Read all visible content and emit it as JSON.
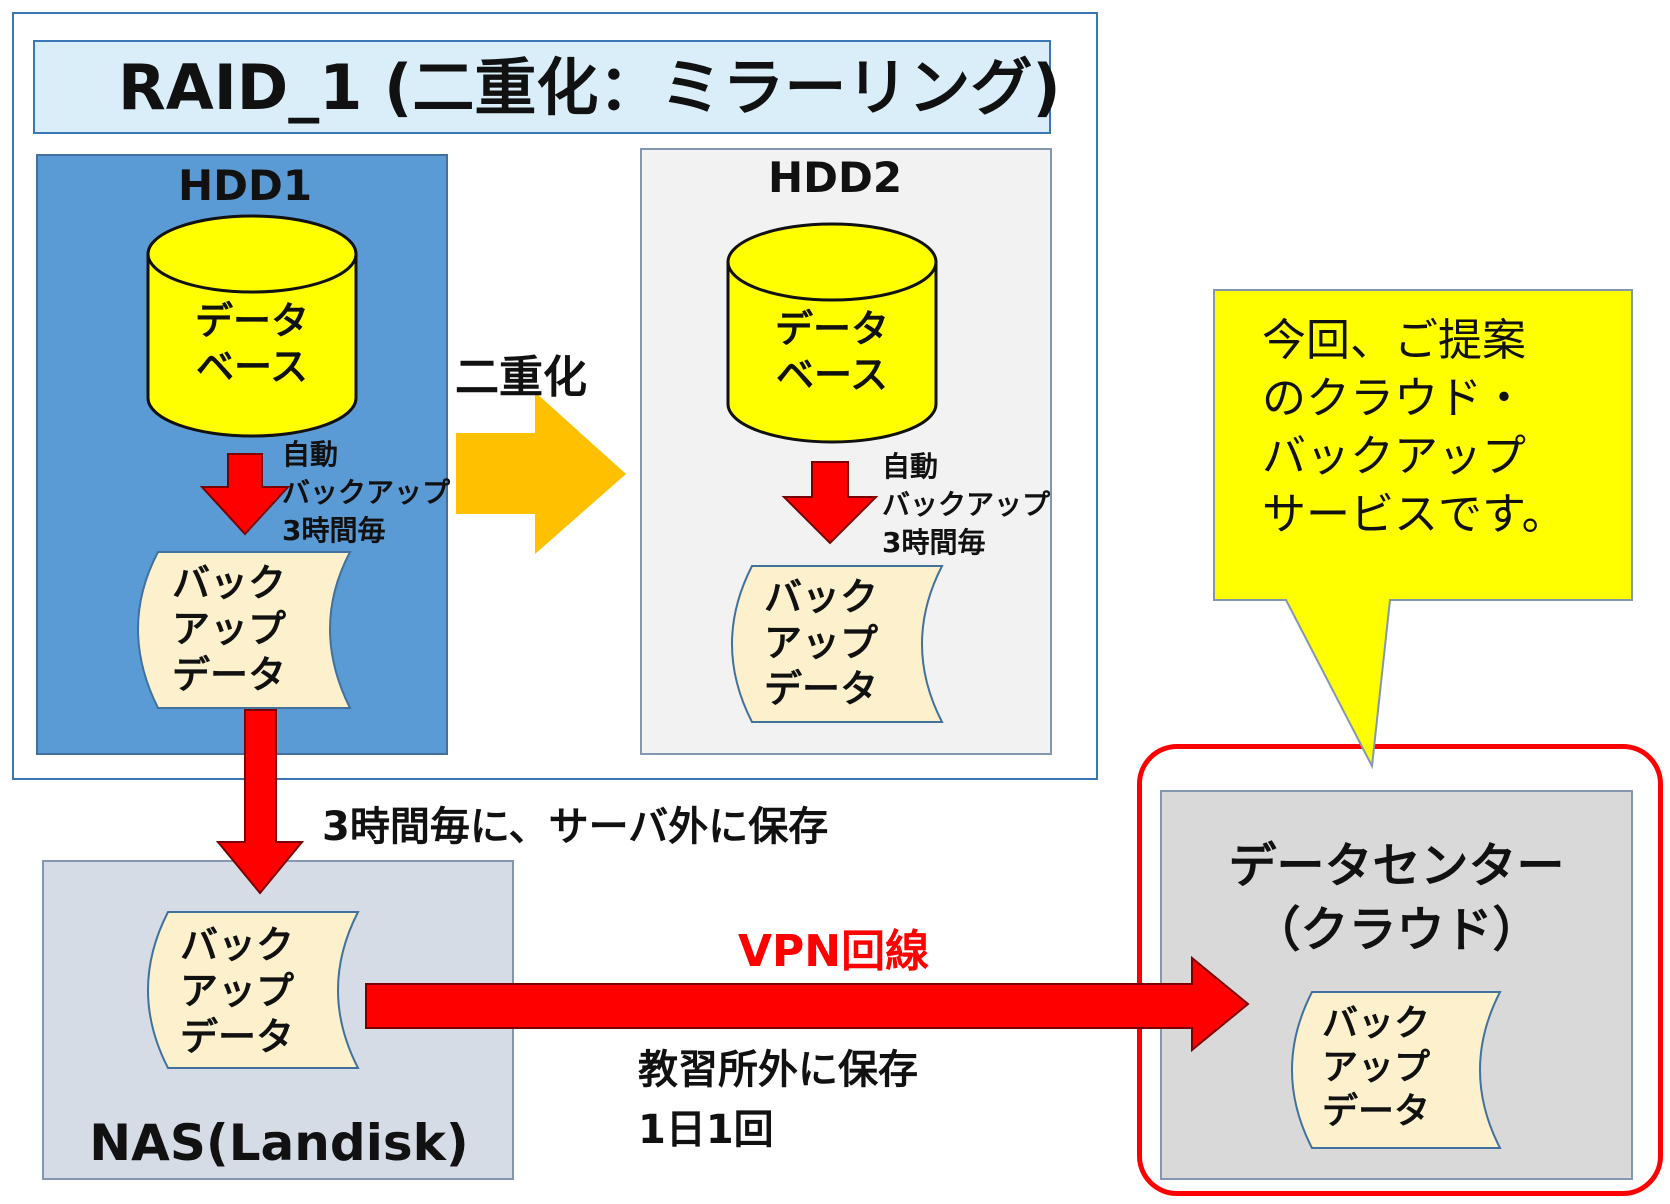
{
  "raid": {
    "title": "RAID_1 (二重化：ミラーリング)",
    "hdd1": {
      "label": "HDD1",
      "database": [
        "データ",
        "ベース"
      ],
      "auto_backup": [
        "自動",
        "バックアップ",
        "3時間毎"
      ],
      "backup_doc": [
        "バック",
        "アップ",
        "データ"
      ]
    },
    "hdd2": {
      "label": "HDD2",
      "database": [
        "データ",
        "ベース"
      ],
      "auto_backup": [
        "自動",
        "バックアップ",
        "3時間毎"
      ],
      "backup_doc": [
        "バック",
        "アップ",
        "データ"
      ]
    },
    "mirror_label": "二重化"
  },
  "to_nas_label": "3時間毎に、サーバ外に保存",
  "nas": {
    "label": "NAS(Landisk)",
    "backup_doc": [
      "バック",
      "アップ",
      "データ"
    ]
  },
  "vpn": {
    "label": "VPN回線",
    "note": [
      "教習所外に保存",
      "1日1回"
    ]
  },
  "callout": {
    "text": [
      "今回、ご提案",
      "のクラウド・",
      "バックアップ",
      "サービスです。"
    ]
  },
  "datacenter": {
    "title": [
      "データセンター",
      "（クラウド）"
    ],
    "backup_doc": [
      "バック",
      "アップ",
      "データ"
    ]
  },
  "colors": {
    "raid_frame": "#3a78b5",
    "title_bg": "#d9eef9",
    "hdd1_bg": "#5b9bd5",
    "hdd2_bg": "#f2f2f2",
    "cylinder": "#ffff00",
    "doc": "#fdf1cd",
    "arrow_red": "#ff0000",
    "mirror_arrow": "#ffc000",
    "nas_bg": "#d6dce5",
    "dc_bg": "#d9d9d9",
    "callout_bg": "#ffff00",
    "vpn_text": "#ff0000"
  }
}
